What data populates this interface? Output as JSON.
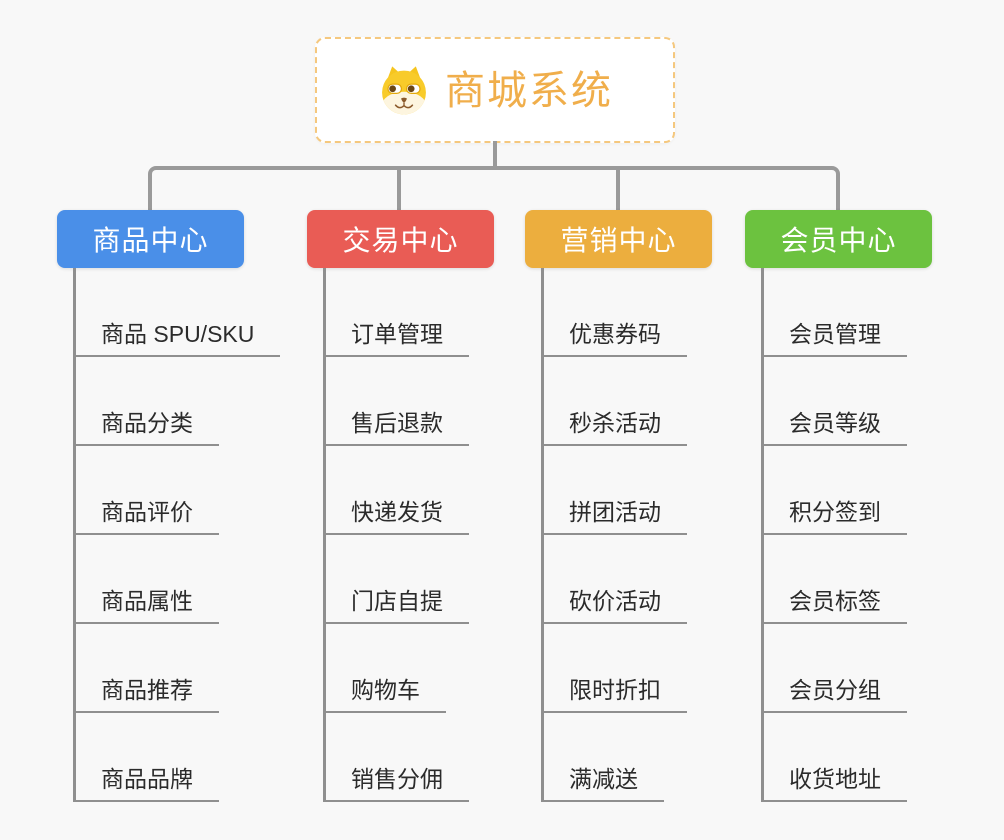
{
  "root": {
    "title": "商城系统",
    "icon": "dog-face-icon",
    "accent_color": "#f0ae4b"
  },
  "connector_color": "#9a9a9a",
  "branches": [
    {
      "label": "商品中心",
      "color": "#4a8fe8",
      "items": [
        "商品 SPU/SKU",
        "商品分类",
        "商品评价",
        "商品属性",
        "商品推荐",
        "商品品牌"
      ]
    },
    {
      "label": "交易中心",
      "color": "#e95c55",
      "items": [
        "订单管理",
        "售后退款",
        "快递发货",
        "门店自提",
        "购物车",
        "销售分佣"
      ]
    },
    {
      "label": "营销中心",
      "color": "#ecae3e",
      "items": [
        "优惠券码",
        "秒杀活动",
        "拼团活动",
        "砍价活动",
        "限时折扣",
        "满减送"
      ]
    },
    {
      "label": "会员中心",
      "color": "#6cc23f",
      "items": [
        "会员管理",
        "会员等级",
        "积分签到",
        "会员标签",
        "会员分组",
        "收货地址"
      ]
    }
  ]
}
